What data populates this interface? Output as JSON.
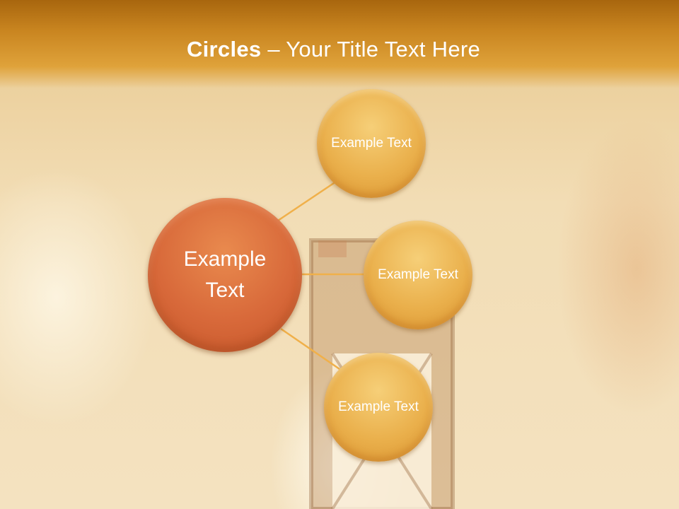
{
  "slide": {
    "title_bold": "Circles",
    "title_rest": " – Your Title Text Here"
  },
  "center_circle": {
    "text": "Example Text",
    "color": "#d8693a"
  },
  "satellites": [
    {
      "text": "Example Text",
      "color": "#eab04c"
    },
    {
      "text": "Example Text",
      "color": "#eab04c"
    },
    {
      "text": "Example Text",
      "color": "#eab04c"
    }
  ]
}
